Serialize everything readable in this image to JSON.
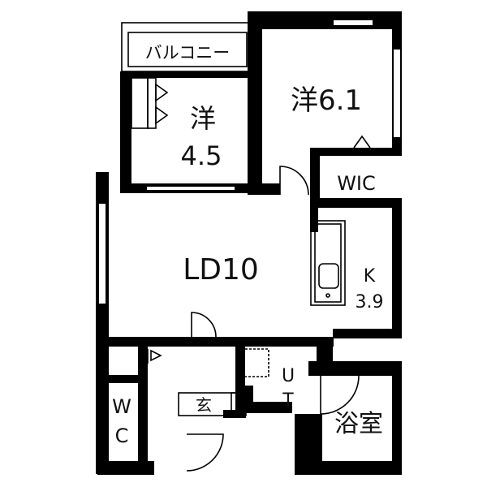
{
  "rooms": {
    "balcony": "バルコニー",
    "western_small": {
      "kind": "洋",
      "size": "4.5"
    },
    "western_large": "洋6.1",
    "walk_in_closet": "WIC",
    "living_dining": "LD10",
    "kitchen": {
      "kind": "K",
      "size": "3.9"
    },
    "toilet": {
      "line1": "W",
      "line2": "C"
    },
    "utility": {
      "line1": "U",
      "line2": "T"
    },
    "entrance": "玄",
    "bathroom": "浴室"
  },
  "colors": {
    "wall": "#000000",
    "background": "#ffffff"
  }
}
